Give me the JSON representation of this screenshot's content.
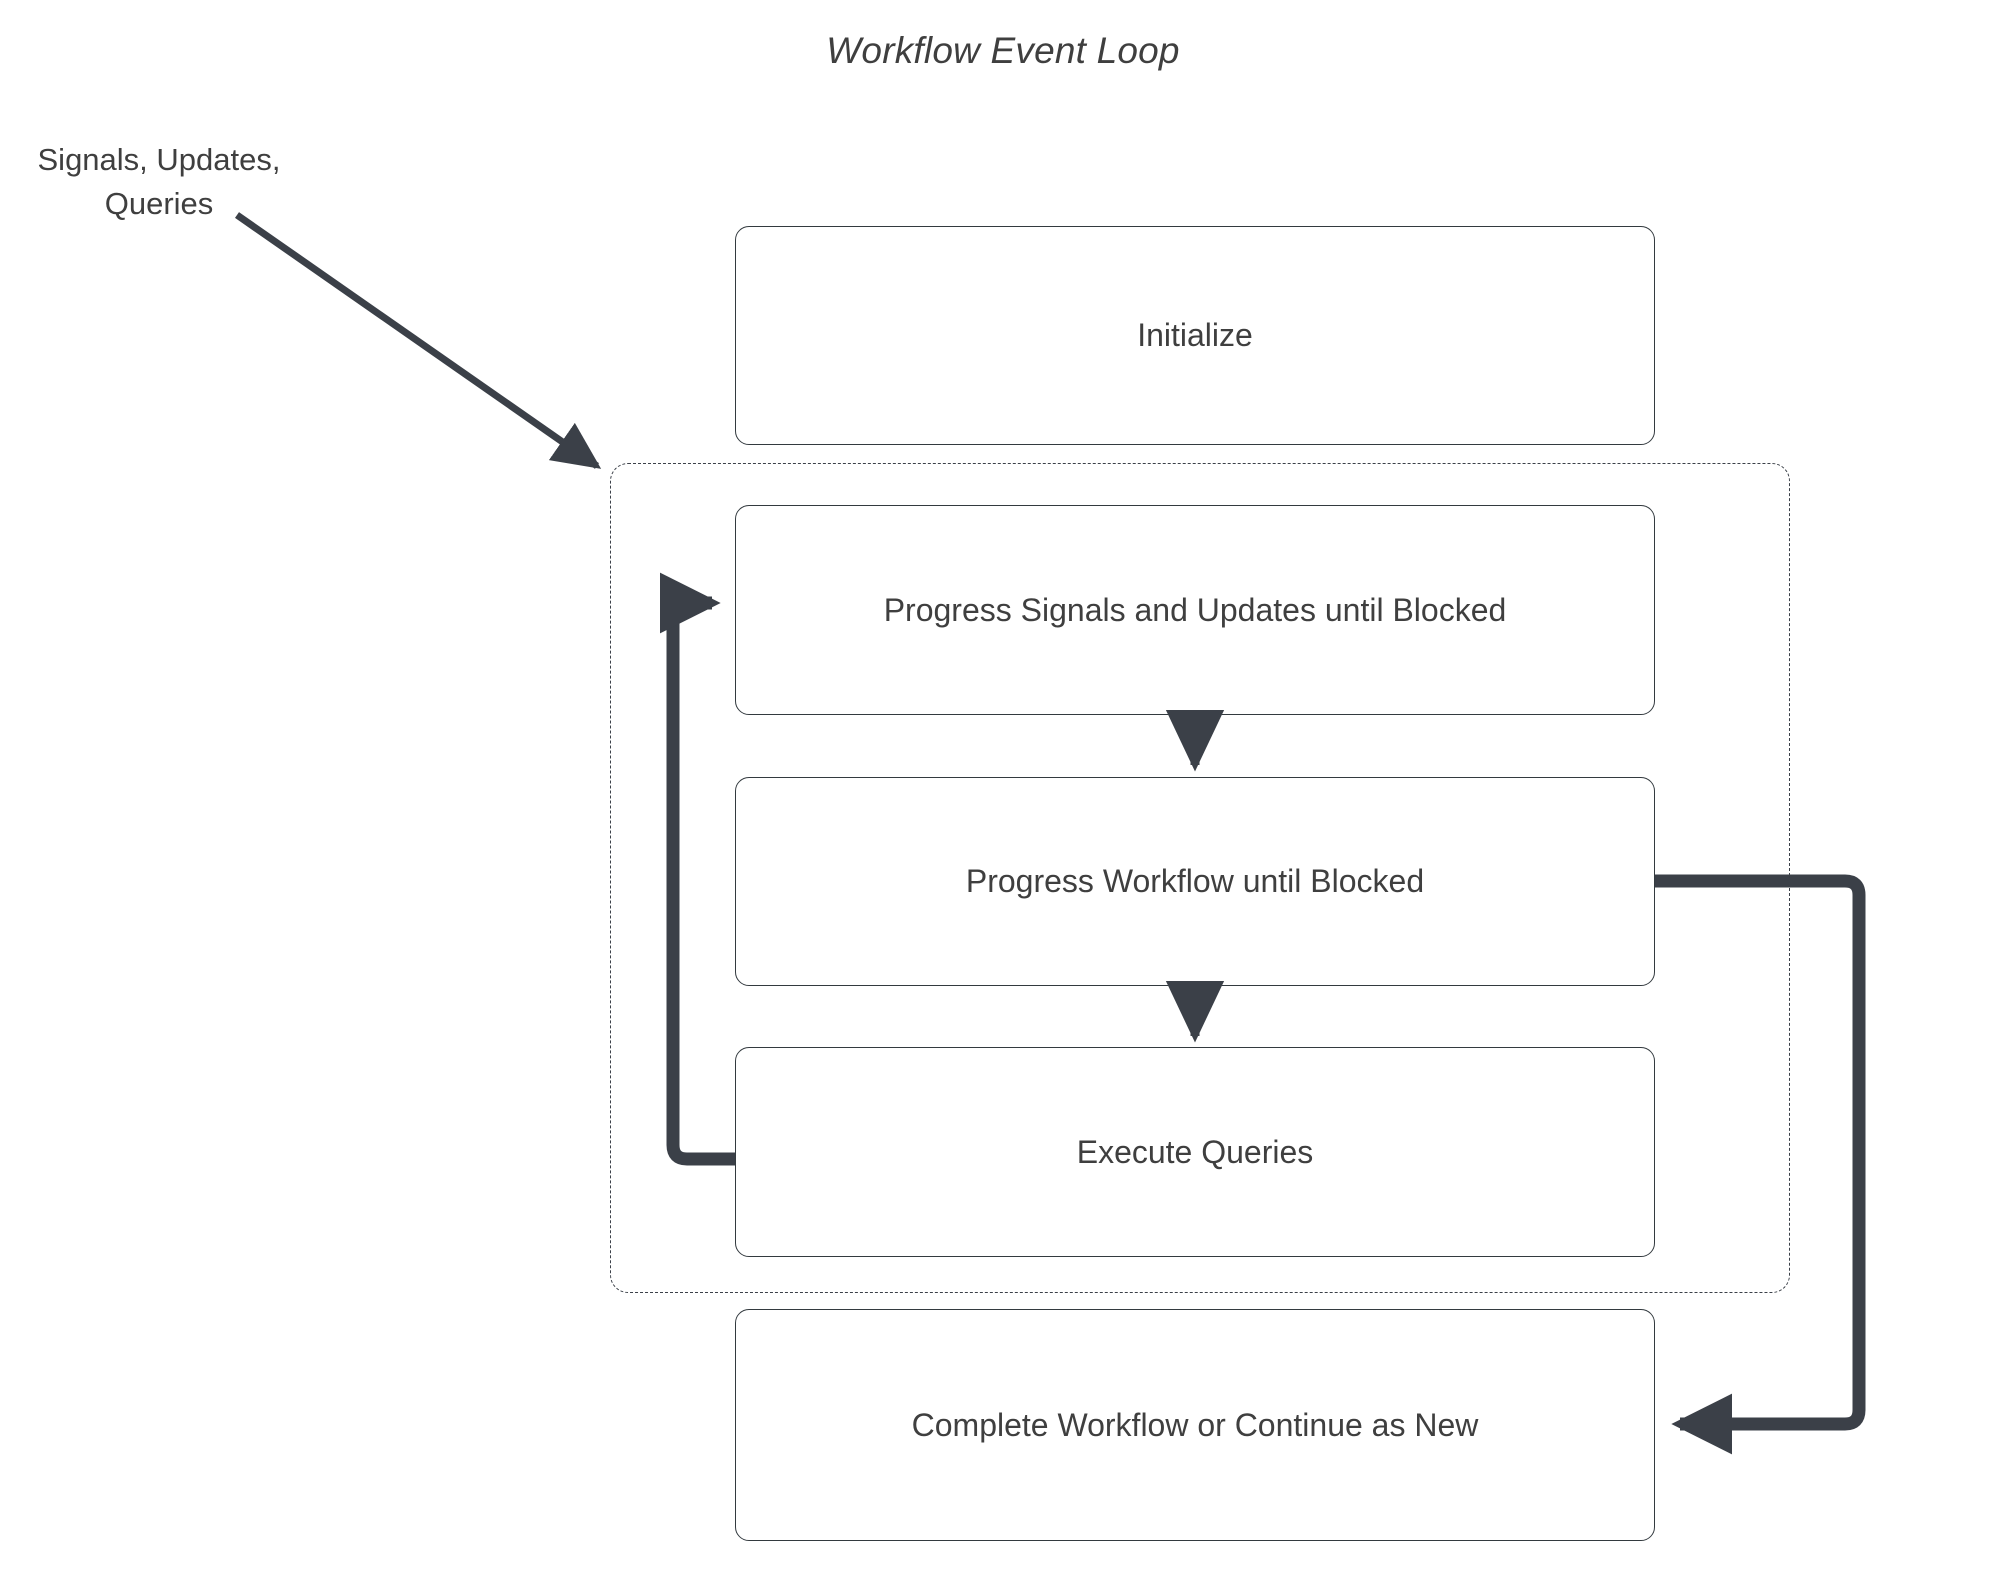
{
  "diagram": {
    "title": "Workflow Event Loop",
    "background_color": "#ffffff",
    "text_color": "#3f3f3f",
    "edge_color": "#3b4048",
    "node_border_color": "#333a3f",
    "loop_border_style": "dashed"
  },
  "external_input": {
    "label_line1": "Signals, Updates,",
    "label_line2": "Queries"
  },
  "nodes": [
    {
      "id": "initialize",
      "label": "Initialize"
    },
    {
      "id": "progress-signals",
      "label": "Progress Signals and Updates until Blocked"
    },
    {
      "id": "progress-workflow",
      "label": "Progress Workflow until Blocked"
    },
    {
      "id": "execute-queries",
      "label": "Execute Queries"
    },
    {
      "id": "complete",
      "label": "Complete Workflow or Continue as New"
    }
  ],
  "edges": [
    {
      "id": "input-to-loop",
      "from": "Signals, Updates, Queries",
      "to": "event loop container",
      "style": "solid-diagonal-arrow"
    },
    {
      "id": "signals-to-wf",
      "from": "Progress Signals and Updates until Blocked",
      "to": "Progress Workflow until Blocked",
      "style": "solid-down-arrow"
    },
    {
      "id": "wf-to-queries",
      "from": "Progress Workflow until Blocked",
      "to": "Execute Queries",
      "style": "solid-down-arrow"
    },
    {
      "id": "queries-to-signals",
      "from": "Execute Queries",
      "to": "Progress Signals and Updates until Blocked",
      "style": "thick-loopback-left"
    },
    {
      "id": "wf-to-complete",
      "from": "Progress Workflow until Blocked",
      "to": "Complete Workflow or Continue as New",
      "style": "thick-loopback-right"
    }
  ]
}
